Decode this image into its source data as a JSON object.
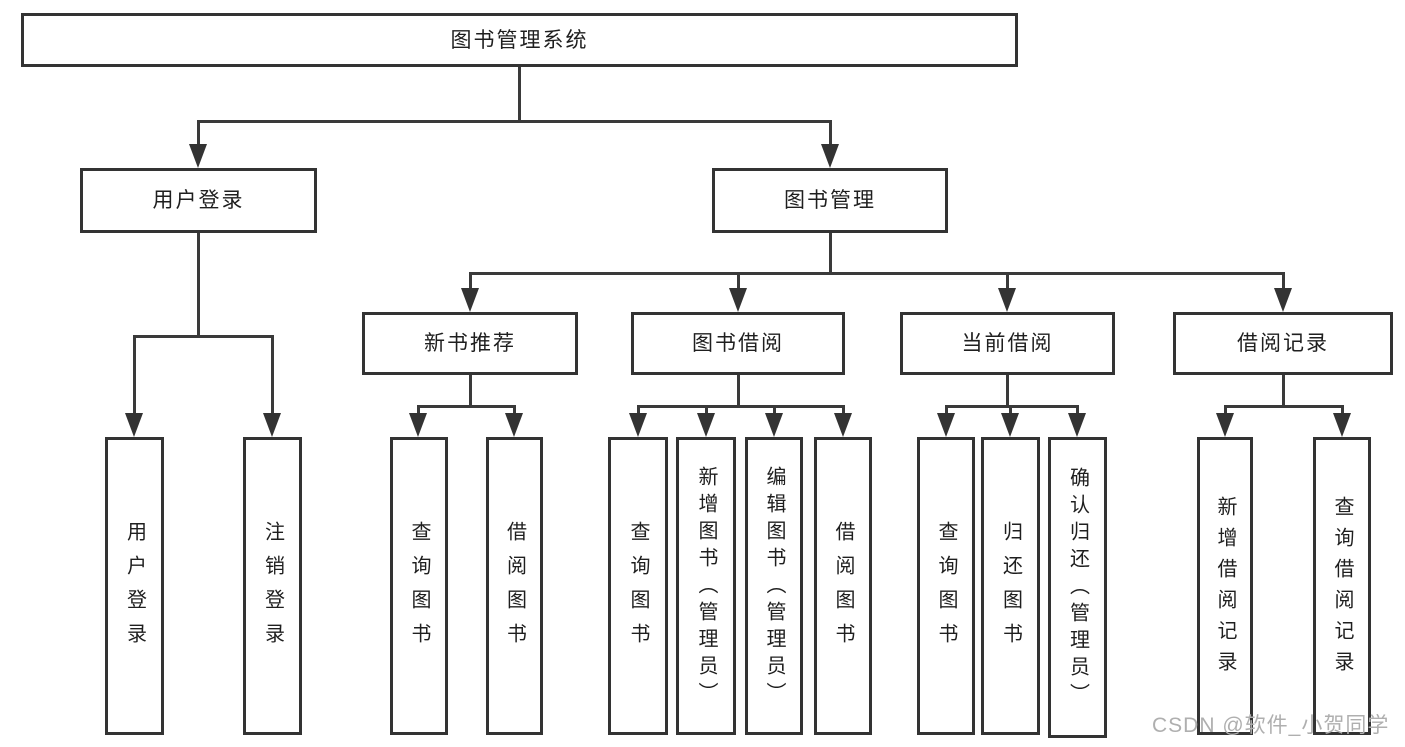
{
  "diagram_type": "functional-structure-tree",
  "tree": {
    "root": "图书管理系统",
    "branches": [
      {
        "label": "用户登录",
        "leaves": [
          "用户登录",
          "注销登录"
        ]
      },
      {
        "label": "图书管理",
        "sections": [
          {
            "label": "新书推荐",
            "leaves": [
              "查询图书",
              "借阅图书"
            ]
          },
          {
            "label": "图书借阅",
            "leaves": [
              "查询图书",
              "新增图书（管理员）",
              "编辑图书（管理员）",
              "借阅图书"
            ]
          },
          {
            "label": "当前借阅",
            "leaves": [
              "查询图书",
              "归还图书",
              "确认归还（管理员）"
            ]
          },
          {
            "label": "借阅记录",
            "leaves": [
              "新增借阅记录",
              "查询借阅记录"
            ]
          }
        ]
      }
    ]
  },
  "watermark": "CSDN @软件_小贺同学",
  "colors": {
    "line": "#3a3a3a",
    "box_border": "#333333",
    "box_bg": "#ffffff",
    "text": "#1f1f1f",
    "watermark": "#afafaf"
  }
}
